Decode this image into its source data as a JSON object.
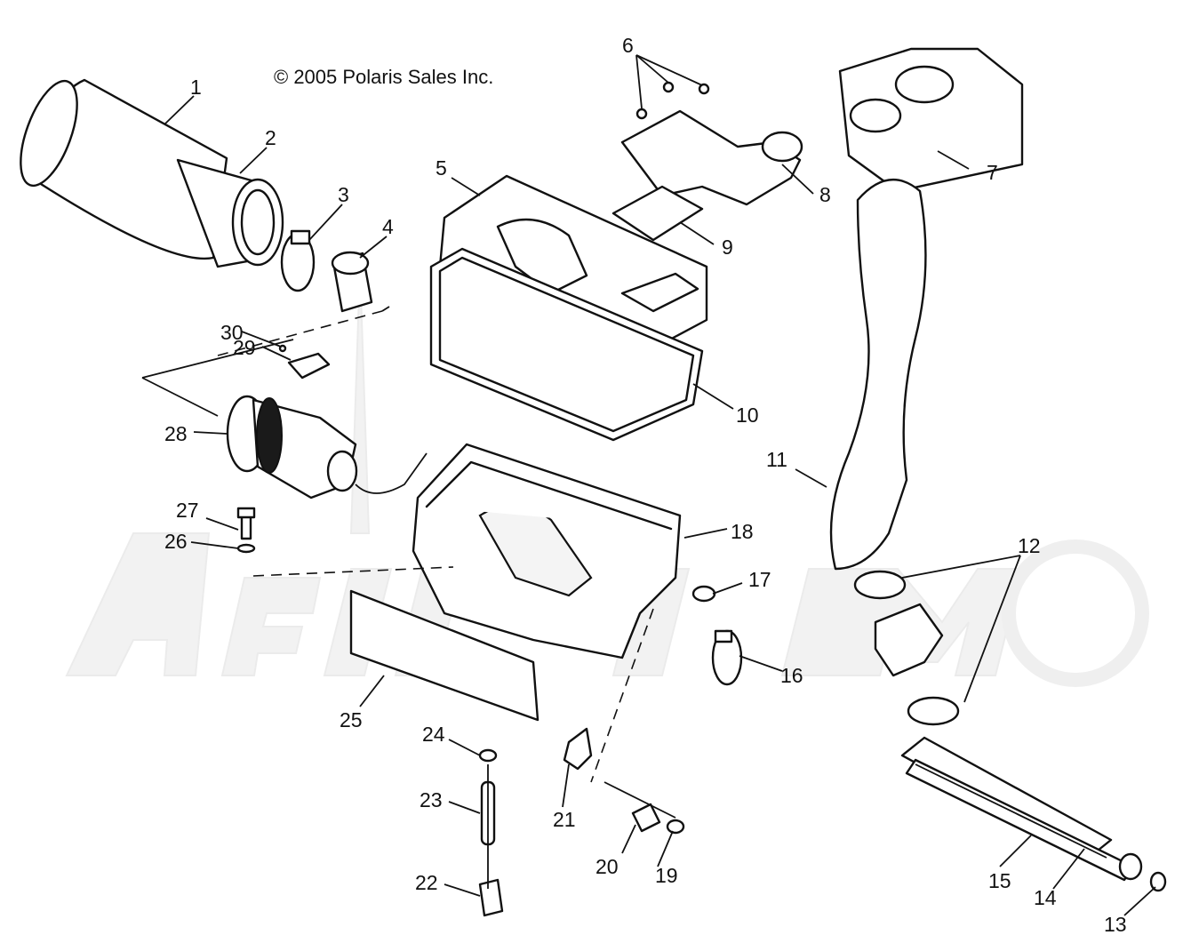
{
  "copyright": "© 2005 Polaris Sales Inc.",
  "callouts": [
    {
      "id": "1",
      "label": "1"
    },
    {
      "id": "2",
      "label": "2"
    },
    {
      "id": "3",
      "label": "3"
    },
    {
      "id": "4",
      "label": "4"
    },
    {
      "id": "5",
      "label": "5"
    },
    {
      "id": "6",
      "label": "6"
    },
    {
      "id": "7",
      "label": "7"
    },
    {
      "id": "8",
      "label": "8"
    },
    {
      "id": "9",
      "label": "9"
    },
    {
      "id": "10",
      "label": "10"
    },
    {
      "id": "11",
      "label": "11"
    },
    {
      "id": "12",
      "label": "12"
    },
    {
      "id": "13",
      "label": "13"
    },
    {
      "id": "14",
      "label": "14"
    },
    {
      "id": "15",
      "label": "15"
    },
    {
      "id": "16",
      "label": "16"
    },
    {
      "id": "17",
      "label": "17"
    },
    {
      "id": "18",
      "label": "18"
    },
    {
      "id": "19",
      "label": "19"
    },
    {
      "id": "20",
      "label": "20"
    },
    {
      "id": "21",
      "label": "21"
    },
    {
      "id": "22",
      "label": "22"
    },
    {
      "id": "23",
      "label": "23"
    },
    {
      "id": "24",
      "label": "24"
    },
    {
      "id": "25",
      "label": "25"
    },
    {
      "id": "26",
      "label": "26"
    },
    {
      "id": "27",
      "label": "27"
    },
    {
      "id": "28",
      "label": "28"
    },
    {
      "id": "29",
      "label": "29"
    },
    {
      "id": "30",
      "label": "30"
    }
  ]
}
